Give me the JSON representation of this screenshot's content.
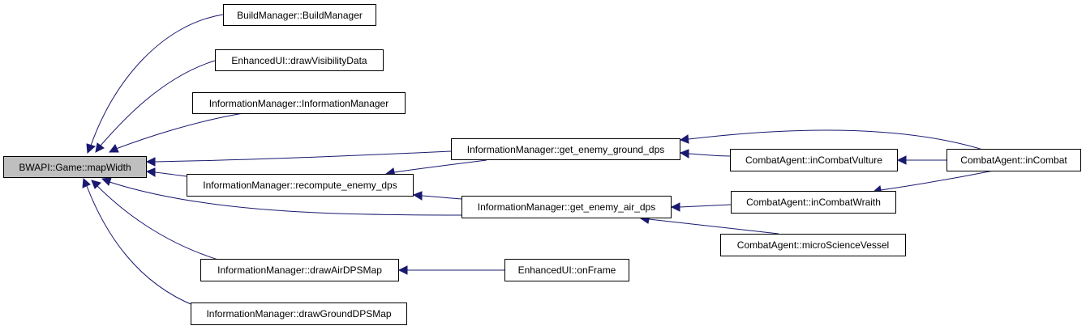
{
  "nodes": {
    "map_width": "BWAPI::Game::mapWidth",
    "build_manager": "BuildManager::BuildManager",
    "draw_visibility": "EnhancedUI::drawVisibilityData",
    "info_manager_ctor": "InformationManager::InformationManager",
    "get_enemy_ground_dps": "InformationManager::get_enemy_ground_dps",
    "recompute_enemy_dps": "InformationManager::recompute_enemy_dps",
    "get_enemy_air_dps": "InformationManager::get_enemy_air_dps",
    "draw_air_dps_map": "InformationManager::drawAirDPSMap",
    "draw_ground_dps_map": "InformationManager::drawGroundDPSMap",
    "in_combat_vulture": "CombatAgent::inCombatVulture",
    "in_combat_wraith": "CombatAgent::inCombatWraith",
    "micro_science_vessel": "CombatAgent::microScienceVessel",
    "in_combat": "CombatAgent::inCombat",
    "on_frame": "EnhancedUI::onFrame"
  },
  "edges": [
    {
      "from": "build_manager",
      "to": "map_width"
    },
    {
      "from": "draw_visibility",
      "to": "map_width"
    },
    {
      "from": "info_manager_ctor",
      "to": "map_width"
    },
    {
      "from": "get_enemy_ground_dps",
      "to": "map_width"
    },
    {
      "from": "recompute_enemy_dps",
      "to": "map_width"
    },
    {
      "from": "get_enemy_air_dps",
      "to": "map_width"
    },
    {
      "from": "draw_air_dps_map",
      "to": "map_width"
    },
    {
      "from": "draw_ground_dps_map",
      "to": "map_width"
    },
    {
      "from": "get_enemy_ground_dps",
      "to": "recompute_enemy_dps"
    },
    {
      "from": "get_enemy_air_dps",
      "to": "recompute_enemy_dps"
    },
    {
      "from": "in_combat_vulture",
      "to": "get_enemy_ground_dps"
    },
    {
      "from": "in_combat",
      "to": "get_enemy_ground_dps"
    },
    {
      "from": "in_combat",
      "to": "in_combat_vulture"
    },
    {
      "from": "in_combat",
      "to": "in_combat_wraith"
    },
    {
      "from": "in_combat_wraith",
      "to": "get_enemy_air_dps"
    },
    {
      "from": "micro_science_vessel",
      "to": "get_enemy_air_dps"
    },
    {
      "from": "on_frame",
      "to": "draw_air_dps_map"
    }
  ],
  "colors": {
    "edge": "#191970",
    "root_fill": "#bfbfbf",
    "node_border": "#000000"
  }
}
